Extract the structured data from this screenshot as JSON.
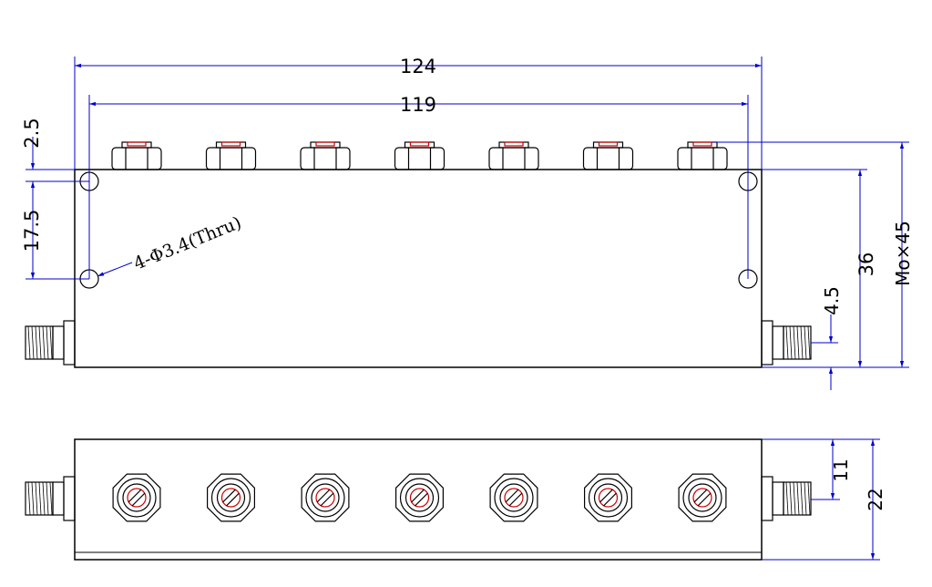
{
  "dimensions": {
    "overall_length": "124",
    "hole_spacing_x": "119",
    "top_offset": "2.5",
    "hole_spacing_y": "17.5",
    "body_height": "36",
    "connector_height": "4.5",
    "tuning_height": "Mo×45",
    "side_half_height": "11",
    "side_height": "22"
  },
  "annotations": {
    "holes": "4-Φ3.4(Thru)"
  },
  "colors": {
    "outline": "#000000",
    "dimension": "#0000cc",
    "detail": "#cc0000"
  },
  "tuning_screw_count": 7
}
